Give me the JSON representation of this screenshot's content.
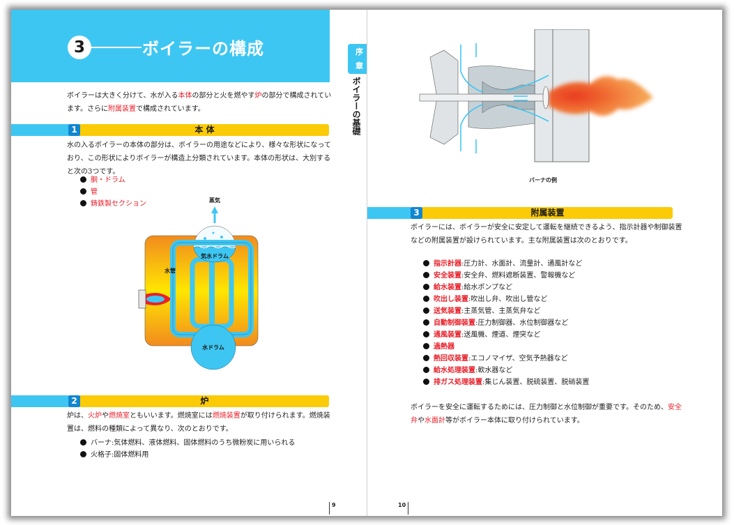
{
  "left_page": {
    "chapter": {
      "number": "3",
      "title": "ボイラーの構成"
    },
    "intro": {
      "parts": [
        {
          "text": "ボイラーは大きく分けて、水が入る",
          "red": false
        },
        {
          "text": "本体",
          "red": true
        },
        {
          "text": "の部分と火を燃やす",
          "red": false
        },
        {
          "text": "炉",
          "red": true
        },
        {
          "text": "の部分で構成されています。さらに",
          "red": false
        },
        {
          "text": "附属装置",
          "red": true
        },
        {
          "text": "で構成されています。",
          "red": false
        }
      ]
    },
    "section1": {
      "number": "1",
      "title": "本 体",
      "body": "水の入るボイラーの本体の部分は、ボイラーの用途などにより、様々な形状になっており、この形状によりボイラーが構造上分類されています。本体の形状は、大別すると次の3つです。",
      "bullets": [
        "胴・ドラム",
        "管",
        "鋳鉄製セクション"
      ]
    },
    "diagram": {
      "steam_label": "蒸気",
      "steam_drum_label": "気水ドラム",
      "water_tube_label": "水管",
      "water_drum_label": "水ドラム"
    },
    "section2": {
      "number": "2",
      "title": "炉",
      "body_parts": [
        {
          "text": "炉は、",
          "red": false
        },
        {
          "text": "火炉",
          "red": true
        },
        {
          "text": "や",
          "red": false
        },
        {
          "text": "燃焼室",
          "red": true
        },
        {
          "text": "ともいいます。燃焼室には",
          "red": false
        },
        {
          "text": "燃焼装置",
          "red": true
        },
        {
          "text": "が取り付けられます。燃焼装置は、燃料の種類によって異なり、次のとおりです。",
          "red": false
        }
      ],
      "bullets": [
        "バーナ:気体燃料、液体燃料、固体燃料のうち微粉炭に用いられる",
        "火格子:固体燃料用"
      ]
    },
    "page_number": "9"
  },
  "side_tab": {
    "chapter_label": [
      "序",
      "章"
    ],
    "vertical_title": "ボイラーの基礎"
  },
  "right_page": {
    "figure_caption": "バーナの例",
    "section3": {
      "number": "3",
      "title": "附属装置",
      "body": "ボイラーには、ボイラーが安全に安定して運転を継続できるよう、指示計器や制御装置などの附属装置が設けられています。主な附属装置は次のとおりです。",
      "items": [
        {
          "term": "指示計器",
          "desc": ":圧力計、水面計、流量計、通風計など"
        },
        {
          "term": "安全装置",
          "desc": ":安全弁、燃料遮断装置、警報機など"
        },
        {
          "term": "給水装置",
          "desc": ":給水ポンプなど"
        },
        {
          "term": "吹出し装置",
          "desc": ":吹出し弁、吹出し管など"
        },
        {
          "term": "送気装置",
          "desc": ":主蒸気管、主蒸気弁など"
        },
        {
          "term": "自動制御装置",
          "desc": ":圧力制御器、水位制御器など"
        },
        {
          "term": "通風装置",
          "desc": ":送風機、煙道、煙突など"
        },
        {
          "term": "過熱器",
          "desc": ""
        },
        {
          "term": "熱回収装置",
          "desc": ":エコノマイザ、空気予熱器など"
        },
        {
          "term": "給水処理装置",
          "desc": ":軟水器など"
        },
        {
          "term": "排ガス処理装置",
          "desc": ":集じん装置、脱硫装置、脱硝装置"
        }
      ],
      "closing_parts": [
        {
          "text": "ボイラーを安全に運転するためには、圧力制御と水位制御が重要です。そのため、",
          "red": false
        },
        {
          "text": "安全弁",
          "red": true
        },
        {
          "text": "や",
          "red": false
        },
        {
          "text": "水面計",
          "red": true
        },
        {
          "text": "等がボイラー本体に取り付けられています。",
          "red": false
        }
      ]
    },
    "page_number": "10"
  },
  "colors": {
    "header_blue": "#3ec6f2",
    "number_blue": "#1186d0",
    "section_yellow": "#fbcb07",
    "highlight_red": "#e8202a"
  }
}
